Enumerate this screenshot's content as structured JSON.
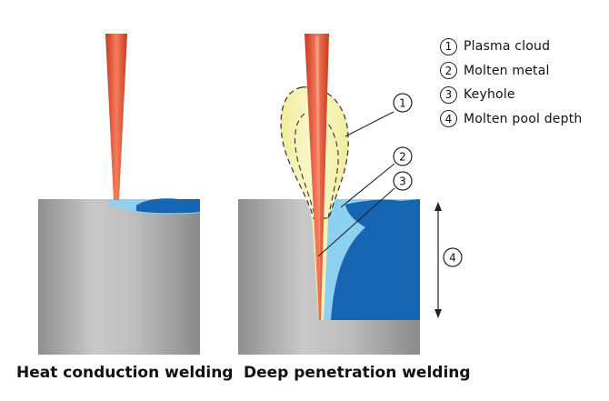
{
  "legend": [
    {
      "num": "1",
      "label": "Plasma cloud"
    },
    {
      "num": "2",
      "label": "Molten metal"
    },
    {
      "num": "3",
      "label": "Keyhole"
    },
    {
      "num": "4",
      "label": "Molten pool depth"
    }
  ],
  "captions": {
    "left": "Heat conduction welding",
    "right": "Deep penetration welding"
  },
  "callouts": {
    "c1": "1",
    "c2": "2",
    "c3": "3",
    "c4": "4"
  },
  "colors": {
    "beam": "#e8583a",
    "plasma": "#f6f3b0",
    "molten_light": "#8ed0f0",
    "molten_dark": "#1565b3",
    "metal": "#b8b8b8"
  }
}
